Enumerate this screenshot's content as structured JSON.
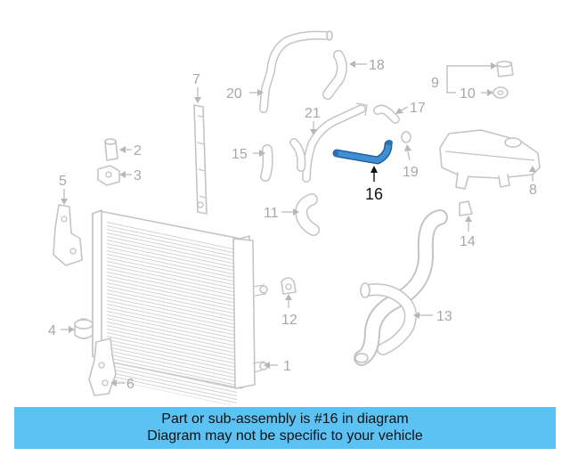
{
  "diagram": {
    "callouts": [
      {
        "id": "1",
        "label": "1"
      },
      {
        "id": "2",
        "label": "2"
      },
      {
        "id": "3",
        "label": "3"
      },
      {
        "id": "4",
        "label": "4"
      },
      {
        "id": "5",
        "label": "5"
      },
      {
        "id": "6",
        "label": "6"
      },
      {
        "id": "7",
        "label": "7"
      },
      {
        "id": "8",
        "label": "8"
      },
      {
        "id": "9",
        "label": "9"
      },
      {
        "id": "10",
        "label": "10"
      },
      {
        "id": "11",
        "label": "11"
      },
      {
        "id": "12",
        "label": "12"
      },
      {
        "id": "13",
        "label": "13"
      },
      {
        "id": "14",
        "label": "14"
      },
      {
        "id": "15",
        "label": "15"
      },
      {
        "id": "16",
        "label": "16",
        "highlighted": true
      },
      {
        "id": "17",
        "label": "17"
      },
      {
        "id": "18",
        "label": "18"
      },
      {
        "id": "19",
        "label": "19"
      },
      {
        "id": "20",
        "label": "20"
      },
      {
        "id": "21",
        "label": "21"
      }
    ],
    "highlight_color": "#3f8fd2",
    "part_color": "#c4c4c4"
  },
  "banner": {
    "line1": "Part or sub-assembly is #16 in diagram",
    "line2": "Diagram may not be specific to your vehicle",
    "background": "#5bc2f3"
  }
}
